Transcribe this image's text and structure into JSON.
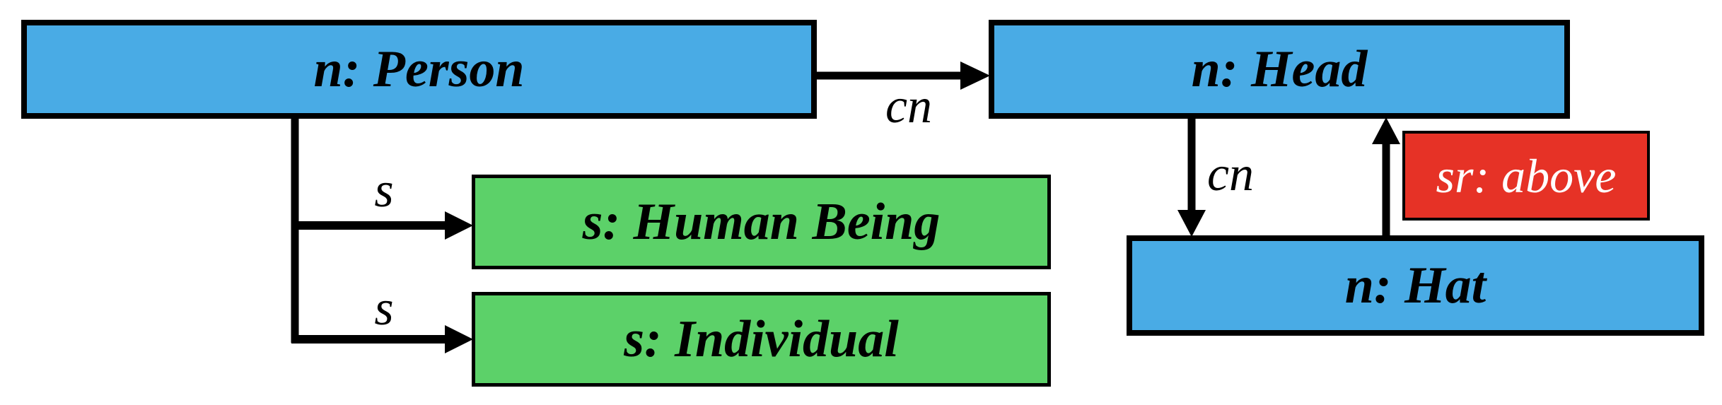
{
  "diagram": {
    "colors": {
      "node_blue": "#49ABE5",
      "node_green": "#5CD169",
      "node_red": "#E63226",
      "line": "#000000",
      "text_dark": "#000000",
      "text_light": "#FFFFFF",
      "background": "#FFFFFF"
    },
    "nodes": {
      "person": {
        "label": "n: Person"
      },
      "head": {
        "label": "n: Head"
      },
      "hat": {
        "label": "n: Hat"
      },
      "human_being": {
        "label": "s: Human Being"
      },
      "individual": {
        "label": "s: Individual"
      },
      "sr_above": {
        "label": "sr: above"
      }
    },
    "edges": [
      {
        "from": "n: Person",
        "to": "n: Head",
        "label": "cn"
      },
      {
        "from": "n: Person",
        "to": "s: Human Being",
        "label": "s"
      },
      {
        "from": "n: Person",
        "to": "s: Individual",
        "label": "s"
      },
      {
        "from": "n: Head",
        "to": "n: Hat",
        "label": "cn"
      },
      {
        "from": "n: Hat",
        "to": "n: Head",
        "label": "sr: above"
      }
    ]
  }
}
